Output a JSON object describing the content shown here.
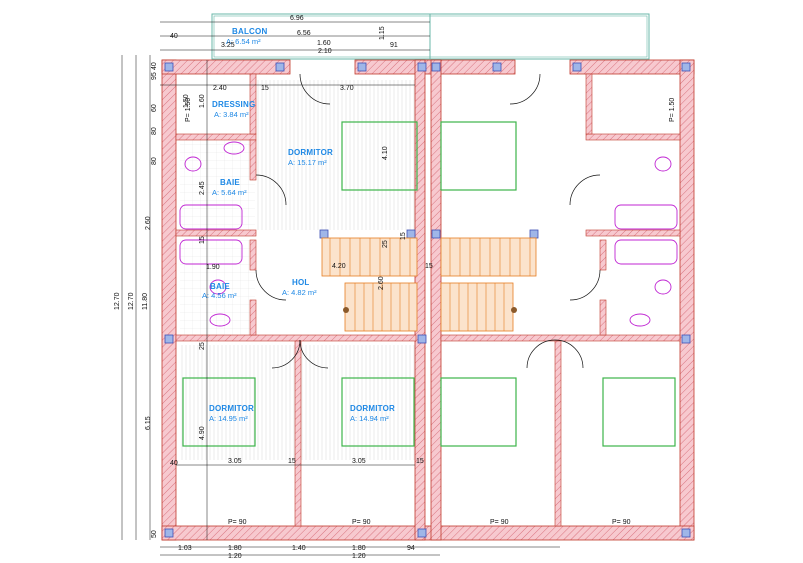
{
  "rooms": [
    {
      "key": "balcon",
      "name": "BALCON",
      "area": "A: 6.54 m²"
    },
    {
      "key": "dressing",
      "name": "DRESSING",
      "area": "A: 3.84 m²"
    },
    {
      "key": "dormitor_top",
      "name": "DORMITOR",
      "area": "A: 15.17 m²"
    },
    {
      "key": "baie_top",
      "name": "BAIE",
      "area": "A: 5.64 m²"
    },
    {
      "key": "hol",
      "name": "HOL",
      "area": "A: 4.82 m²"
    },
    {
      "key": "baie_bottom",
      "name": "BAIE",
      "area": "A: 4.56 m²"
    },
    {
      "key": "dormitor_bl",
      "name": "DORMITOR",
      "area": "A: 14.95 m²"
    },
    {
      "key": "dormitor_br",
      "name": "DORMITOR",
      "area": "A: 14.94 m²"
    }
  ],
  "dimensions": {
    "top": [
      "6.96",
      "6.56",
      "1.60",
      "2.10",
      "3.25",
      "91",
      "40",
      "1.15",
      "2.40",
      "15",
      "3.70"
    ],
    "bottom": [
      "1.03",
      "1.80",
      "1.20",
      "1.40",
      "1.80",
      "1.20",
      "94"
    ],
    "bottom_inner": [
      "3.05",
      "15",
      "3.05",
      "15"
    ],
    "left": [
      "12.70",
      "12.70",
      "11.80",
      "95",
      "40",
      "1.50",
      "60",
      "80",
      "80",
      "2.45",
      "2.60",
      "1.90",
      "15",
      "6.15",
      "25",
      "40",
      "50",
      "4.90"
    ],
    "inner": [
      "1.60",
      "4.10",
      "15",
      "4.20",
      "2.60",
      "25",
      "15",
      "P= 1.50",
      "P= 1.50"
    ]
  },
  "doors": [
    "P= 90",
    "P= 90",
    "P= 90",
    "P= 90"
  ]
}
